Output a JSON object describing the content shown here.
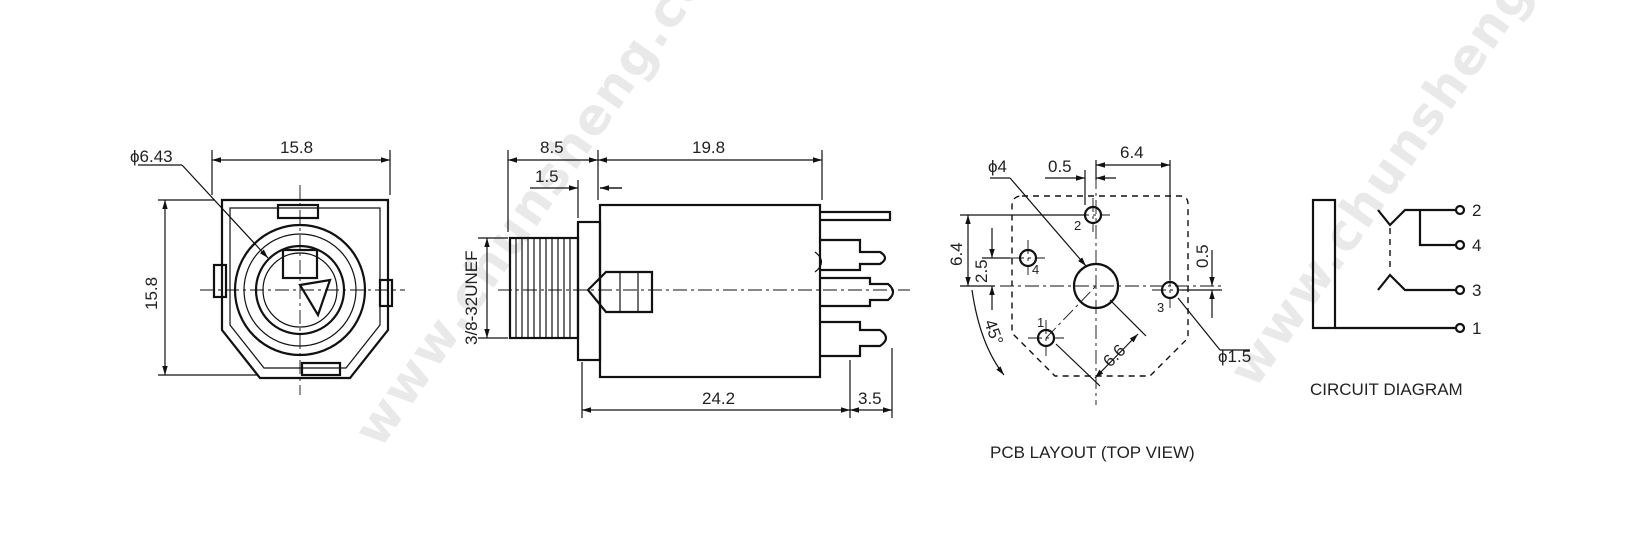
{
  "watermark": "www.chunsheng.com",
  "front_view": {
    "dia_label": "ϕ6.43",
    "width": "15.8",
    "height": "15.8"
  },
  "side_view": {
    "thread_len": "8.5",
    "flange": "1.5",
    "body_len": "19.8",
    "thread_spec": "3/8-32UNEF",
    "total_len": "24.2",
    "pin_len": "3.5"
  },
  "pcb_layout": {
    "caption": "PCB LAYOUT (TOP VIEW)",
    "hole_large": "ϕ4",
    "hole_small": "ϕ1.5",
    "offset_x": "0.5",
    "span_x": "6.4",
    "span_y": "6.4",
    "offset_y_left": "2.5",
    "offset_y_right": "0.5",
    "angle": "45°",
    "diag": "6.6",
    "pins": [
      "1",
      "2",
      "3",
      "4"
    ]
  },
  "circuit": {
    "caption": "CIRCUIT DIAGRAM",
    "pins": [
      "2",
      "4",
      "3",
      "1"
    ]
  }
}
